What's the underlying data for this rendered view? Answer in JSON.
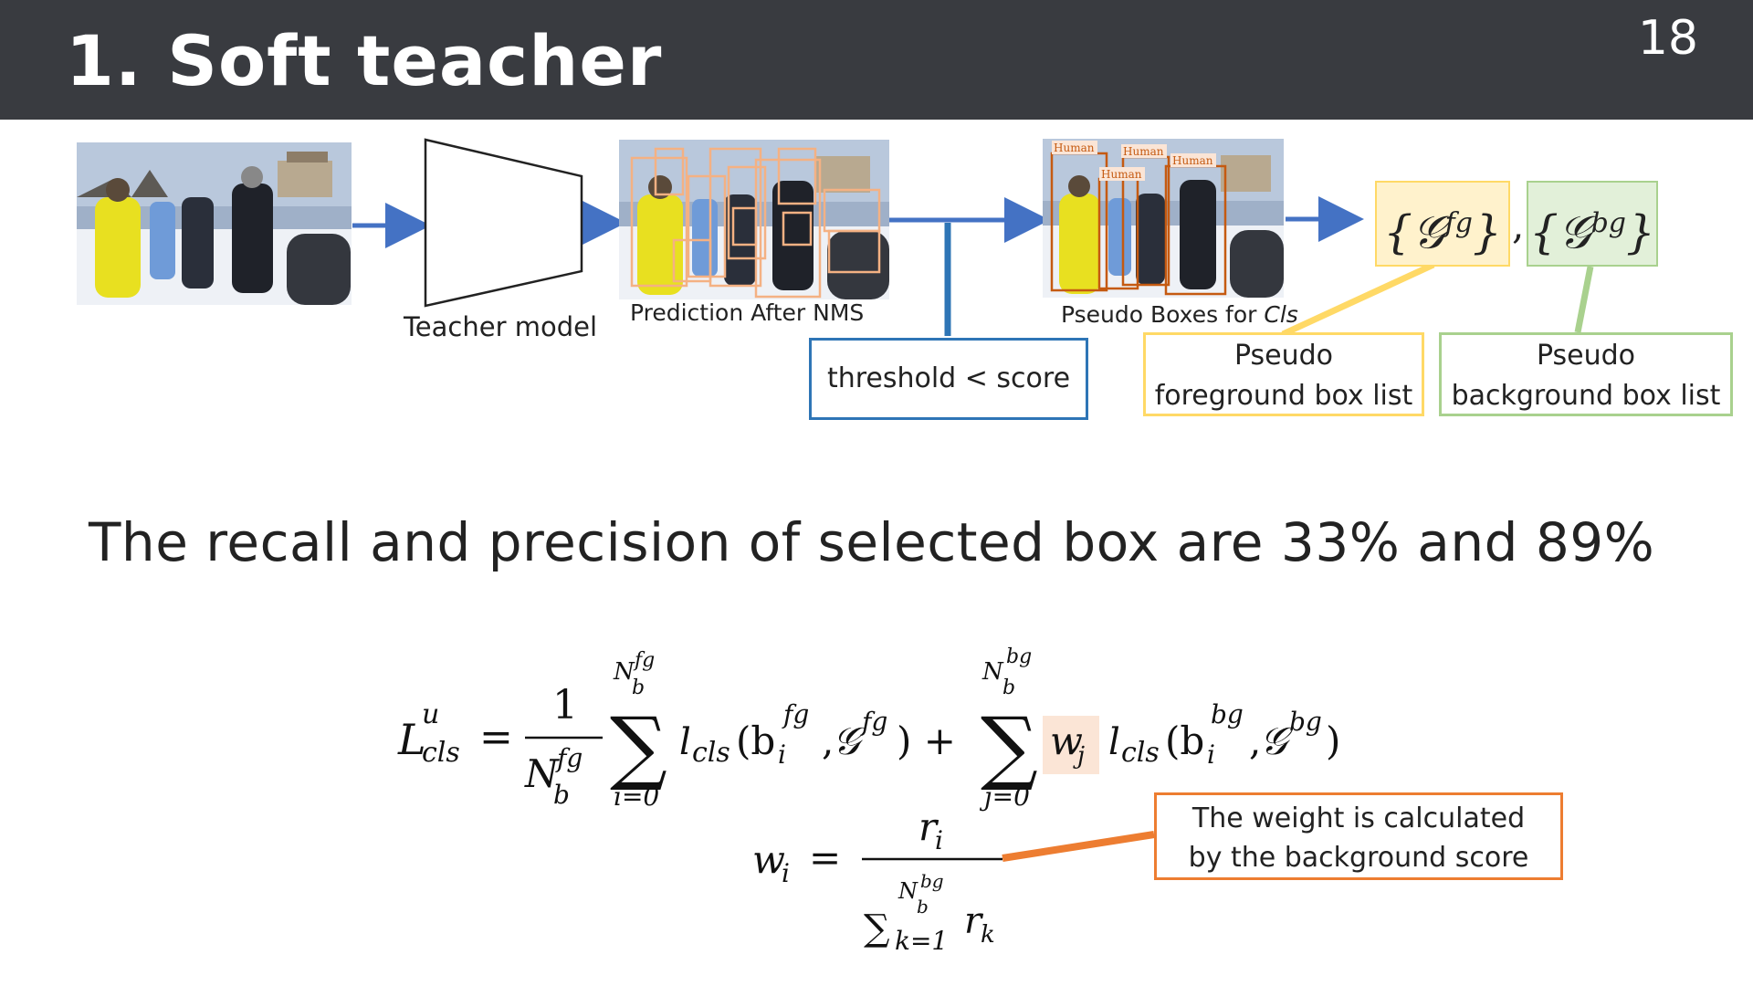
{
  "header": {
    "title": "1.  Soft teacher",
    "page_number": "18"
  },
  "pipeline": {
    "teacher_label": "Teacher model",
    "nms_label": "Prediction After NMS",
    "pseudo_label_prefix": "Pseudo Boxes for ",
    "pseudo_label_cls": "Cls",
    "threshold_label": "threshold < score",
    "human_tag": "Human",
    "fg_set": "{𝒢^fg}",
    "bg_set": "{𝒢^bg}",
    "fg_box_line1": "Pseudo",
    "fg_box_line2": "foreground box list",
    "bg_box_line1": "Pseudo",
    "bg_box_line2": "background box list"
  },
  "statement": "The recall and precision of selected box are 33% and 89%",
  "formula": {
    "weight_note_line1": "The weight is calculated",
    "weight_note_line2": "by the background score"
  },
  "colors": {
    "header_bg": "#393b40",
    "arrow_blue": "#4472c4",
    "threshold_border": "#2e75b6",
    "fg_fill": "#fff2cc",
    "fg_border": "#ffd966",
    "bg_fill": "#e2f0d9",
    "bg_border": "#a9d18e",
    "note_border": "#ed7d31",
    "weight_highlight": "#fbe5d6",
    "box_orange": "#f4b183"
  }
}
